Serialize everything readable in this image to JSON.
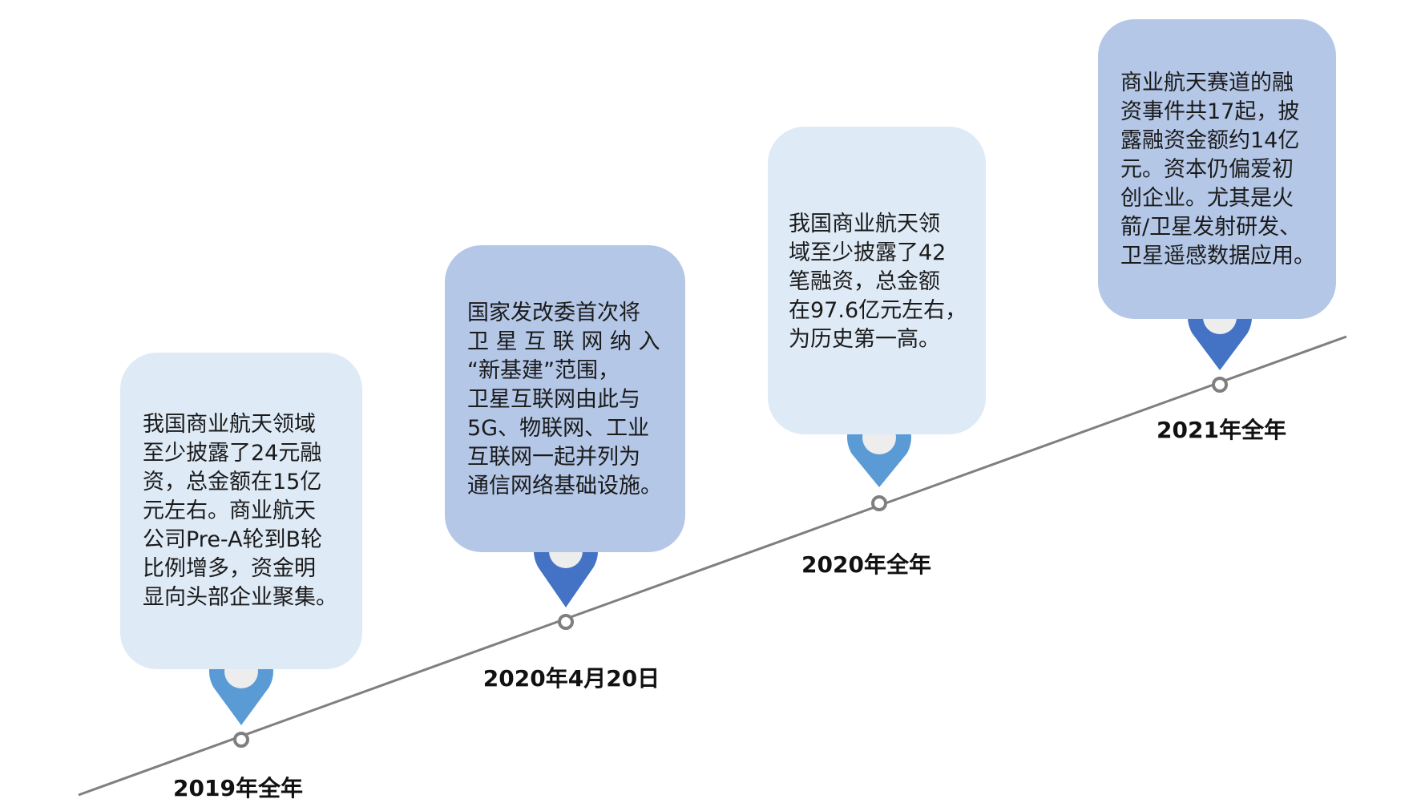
{
  "colors": {
    "card_light": "#DEEAF6",
    "card_mid": "#B4C7E7",
    "pin_light": "#5B9BD5",
    "pin_dark": "#4472C4",
    "line": "#7F7F7F",
    "pin_center": "#EDEDED"
  },
  "events": [
    {
      "date": "2019年全年",
      "text": "我国商业航天领域\n至少披露了24元融\n资，总金额在15亿\n元左右。商业航天\n公司Pre-A轮到B轮\n比例增多，资金明\n显向头部企业聚集。",
      "card_style": "light",
      "pin_style": "light"
    },
    {
      "date": "2020年4月20日",
      "text": "国家发改委首次将\n卫 星 互 联 网 纳 入\n“新基建”范围，\n卫星互联网由此与\n5G、物联网、工业\n互联网一起并列为\n通信网络基础设施。",
      "card_style": "mid",
      "pin_style": "dark"
    },
    {
      "date": "2020年全年",
      "text": "我国商业航天领\n域至少披露了42\n笔融资，总金额\n在97.6亿元左右，\n为历史第一高。",
      "card_style": "light",
      "pin_style": "light"
    },
    {
      "date": "2021年全年",
      "text": "商业航天赛道的融\n资事件共17起，披\n露融资金额约14亿\n元。资本仍偏爱初\n创企业。尤其是火\n箭/卫星发射研发、\n卫星遥感数据应用。",
      "card_style": "mid",
      "pin_style": "dark"
    }
  ]
}
